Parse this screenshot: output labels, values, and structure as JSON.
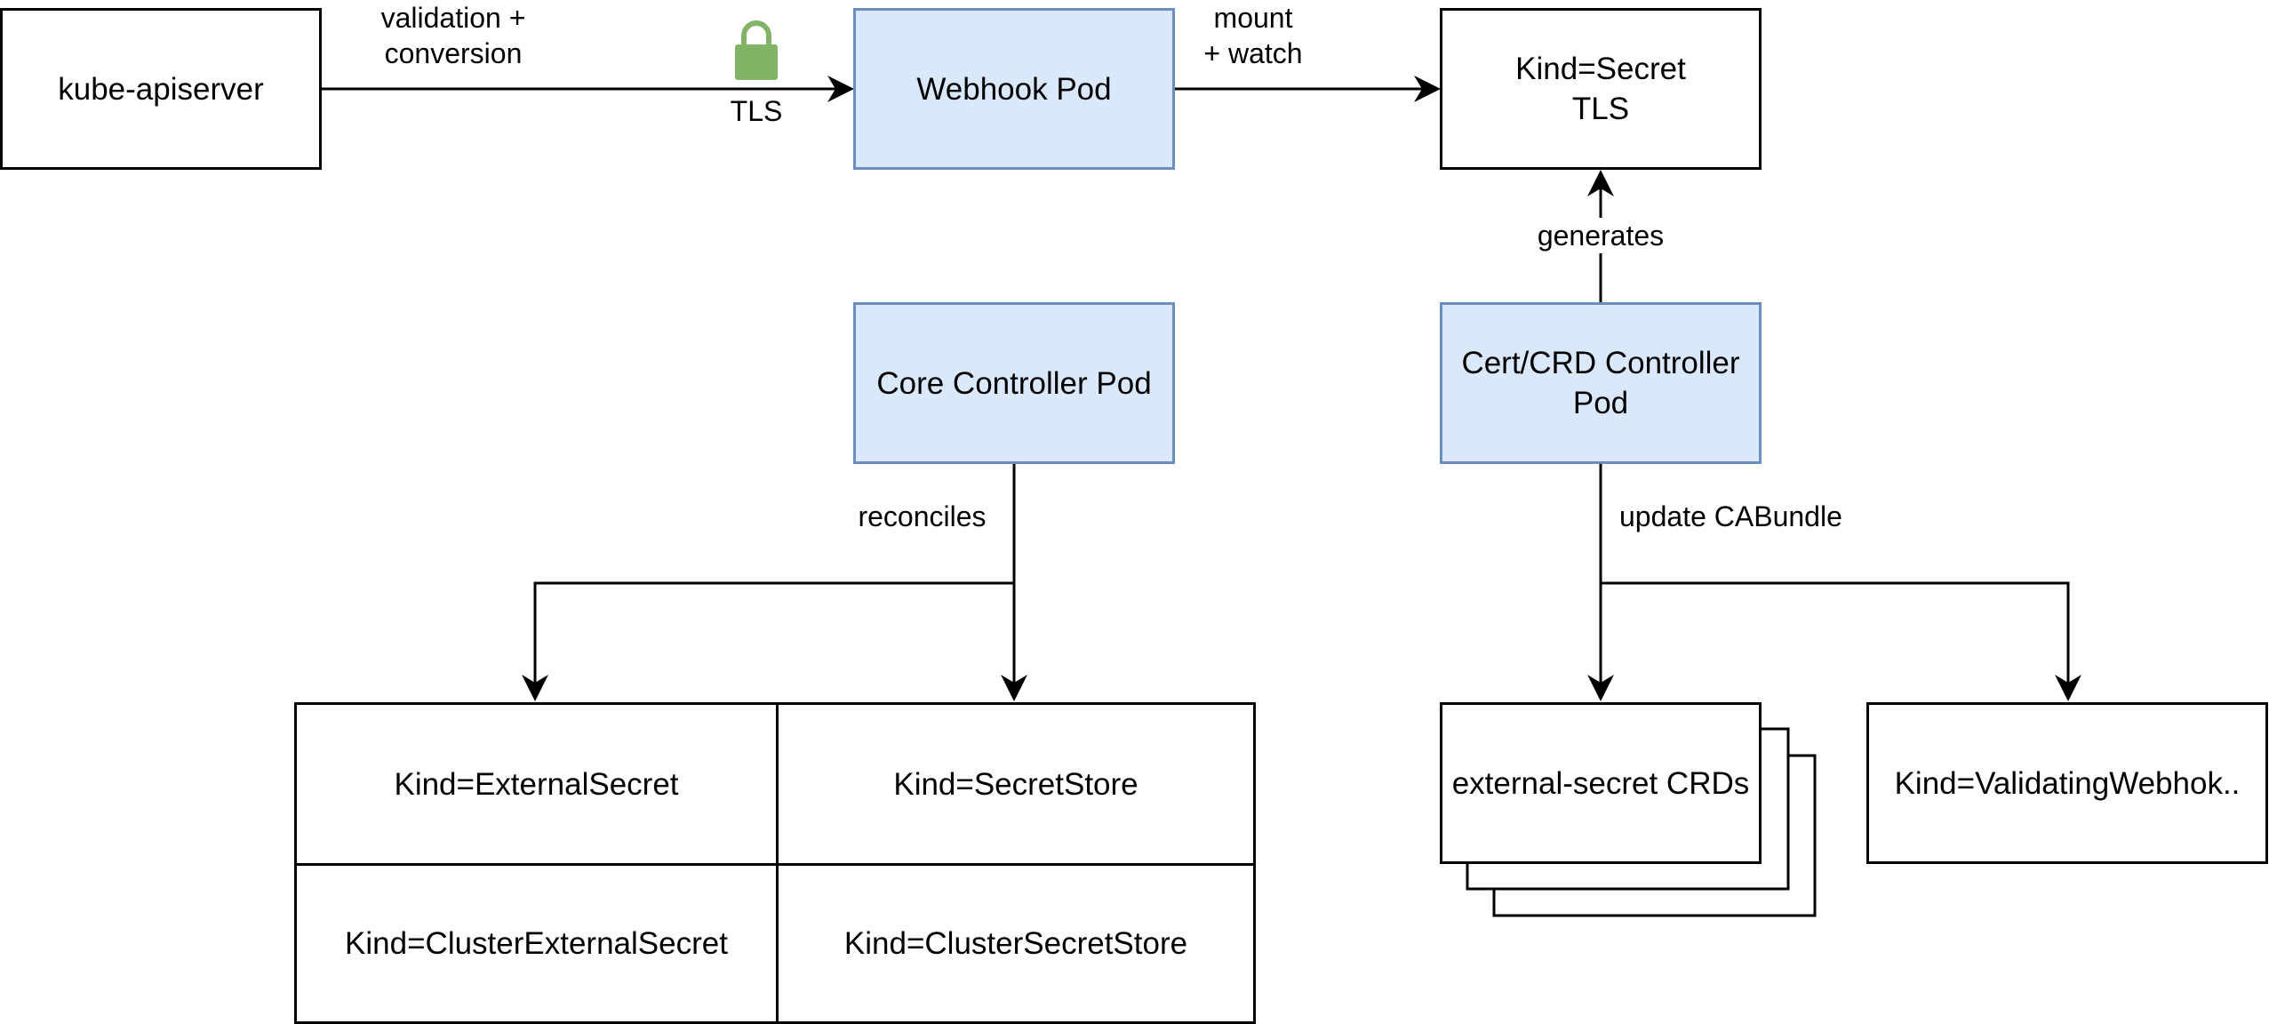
{
  "nodes": {
    "kube_apiserver": "kube-apiserver",
    "webhook_pod": "Webhook Pod",
    "kind_secret_tls": "Kind=Secret\nTLS",
    "core_controller_pod": "Core Controller Pod",
    "cert_crd_controller_pod": "Cert/CRD Controller\nPod",
    "kind_externalsecret": "Kind=ExternalSecret",
    "kind_secretstore": "Kind=SecretStore",
    "kind_clusterexternalsecret": "Kind=ClusterExternalSecret",
    "kind_clustersecretstore": "Kind=ClusterSecretStore",
    "external_secret_crds": "external-secret CRDs",
    "kind_validatingwebhook": "Kind=ValidatingWebhok.."
  },
  "edges": {
    "validation_conversion": "validation +\nconversion",
    "tls": "TLS",
    "mount_watch": "mount\n+ watch",
    "generates": "generates",
    "reconciles": "reconciles",
    "update_cabundle": "update CABundle"
  },
  "icons": {
    "lock": "lock-icon"
  },
  "colors": {
    "pod_fill": "#dae8fc",
    "pod_border": "#6c8ebf",
    "lock_green": "#82b366"
  }
}
